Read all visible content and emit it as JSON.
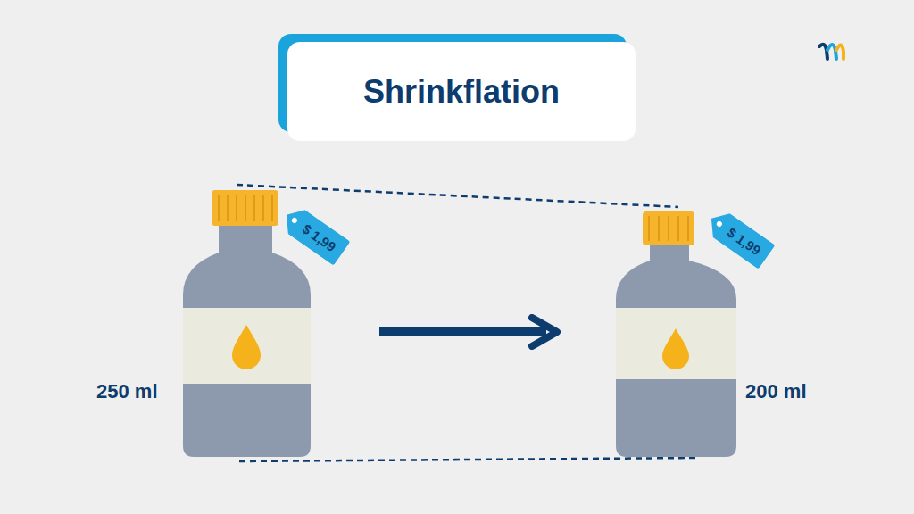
{
  "diagram": {
    "title": "Shrinkflation",
    "nodes": [
      {
        "text": [
          "$ 1,99"
        ]
      },
      {
        "text": [
          "$ 1,99"
        ]
      }
    ],
    "labels": [
      "250 ml",
      "200 ml"
    ]
  }
}
